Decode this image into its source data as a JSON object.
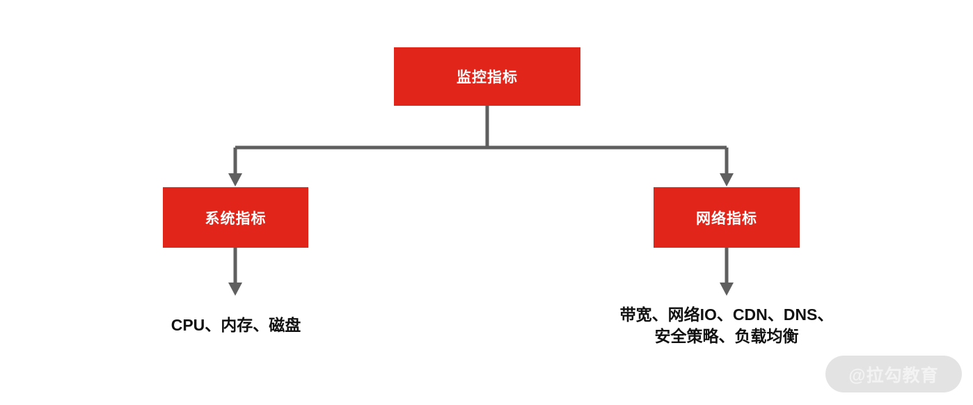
{
  "diagram": {
    "title": "监控指标",
    "type": "tree-flowchart",
    "colors": {
      "node_fill": "#E1251B",
      "node_text": "#FFFFFF",
      "connector": "#5F5F5F",
      "leaf_text": "#111111",
      "background": "#FFFFFF",
      "watermark_pill": "#E3E3E3",
      "watermark_text": "#F3F3F3"
    },
    "root": {
      "label": "监控指标"
    },
    "branches": [
      {
        "label": "系统指标",
        "leaf": "CPU、内存、磁盘"
      },
      {
        "label": "网络指标",
        "leaf": "带宽、网络IO、CDN、DNS、\n安全策略、负载均衡"
      }
    ]
  },
  "watermark": {
    "text": "@拉勾教育"
  }
}
